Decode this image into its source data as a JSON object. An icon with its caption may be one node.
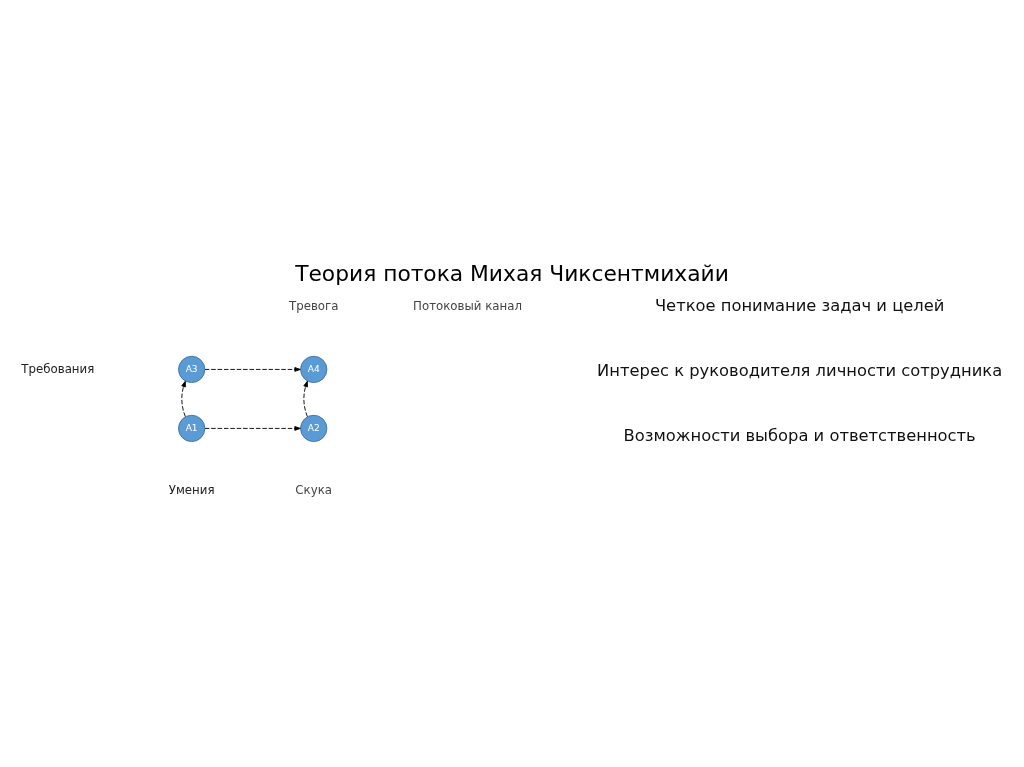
{
  "diagram": {
    "title": "Теория потока Михая Чиксентмихайи",
    "nodes": [
      {
        "text": [
          "A3"
        ]
      },
      {
        "text": [
          "A4"
        ]
      },
      {
        "text": [
          "A1"
        ]
      },
      {
        "text": [
          "A2"
        ]
      }
    ],
    "edges": [
      {
        "from": 2,
        "to": 0,
        "arrow": "to",
        "style": "dashed"
      },
      {
        "from": 0,
        "to": 1,
        "arrow": "to",
        "style": "dashed"
      },
      {
        "from": 2,
        "to": 3,
        "arrow": "to",
        "style": "dashed"
      },
      {
        "from": 3,
        "to": 1,
        "arrow": "to",
        "style": "dashed"
      }
    ],
    "labels": [
      "Тревога",
      "Потоковый канал",
      "Скука",
      "Требования",
      "Умения",
      "Четкое понимание задач и целей",
      "Интерес к руководителя личности сотрудника",
      "Возможности выбора и ответственность"
    ]
  }
}
